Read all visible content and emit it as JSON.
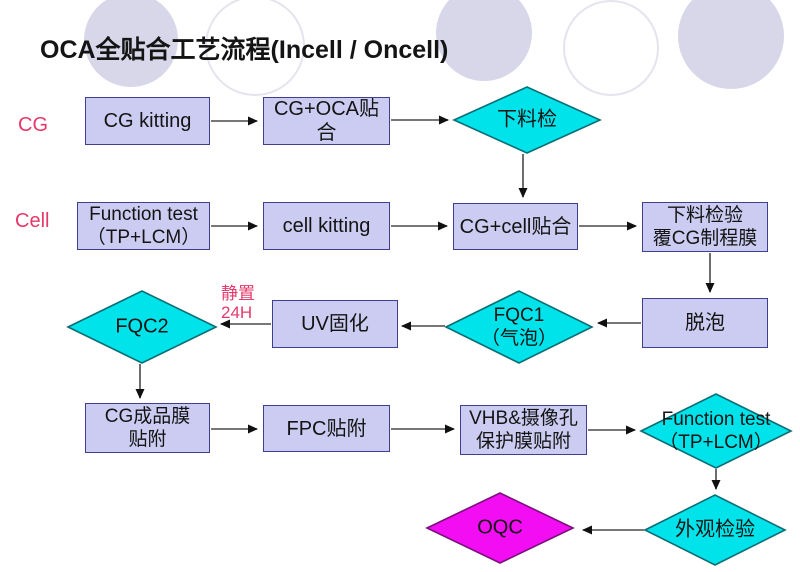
{
  "slide": {
    "title": "OCA全贴合工艺流程(Incell / Oncell)"
  },
  "lane_labels": {
    "cg": "CG",
    "cell": "Cell"
  },
  "nodes": {
    "cg_kitting": "CG kitting",
    "cg_oca_lamination": "CG+OCA贴合",
    "blanking_inspection": "下料检",
    "function_test_1": "Function test\n（TP+LCM）",
    "cell_kitting": "cell kitting",
    "cg_cell_lamination": "CG+cell贴合",
    "blanking_inspection_film": "下料检验\n覆CG制程膜",
    "defoaming": "脱泡",
    "fqc1": "FQC1\n（气泡）",
    "uv_curing": "UV固化",
    "fqc2": "FQC2",
    "cg_finished_film_attach": "CG成品膜\n贴附",
    "fpc_attach": "FPC贴附",
    "vhb_camera_hole_film": "VHB&摄像孔\n保护膜贴附",
    "function_test_2": "Function test\n（TP+LCM）",
    "visual_inspection": "外观检验",
    "oqc": "OQC"
  },
  "annotations": {
    "rest_24h": "静置\n24H"
  },
  "colors": {
    "process_box_fill": "#ccccf2",
    "process_box_border": "#3f3f8f",
    "decision_cyan_fill": "#00e3ea",
    "decision_cyan_border": "#0a6e74",
    "decision_magenta_fill": "#f20df2",
    "decision_magenta_border": "#7c107c",
    "lane_label_pink": "#e5396b",
    "arrow_line": "#4a4a4a",
    "deco_circle_fill": "#d7d7e9"
  }
}
